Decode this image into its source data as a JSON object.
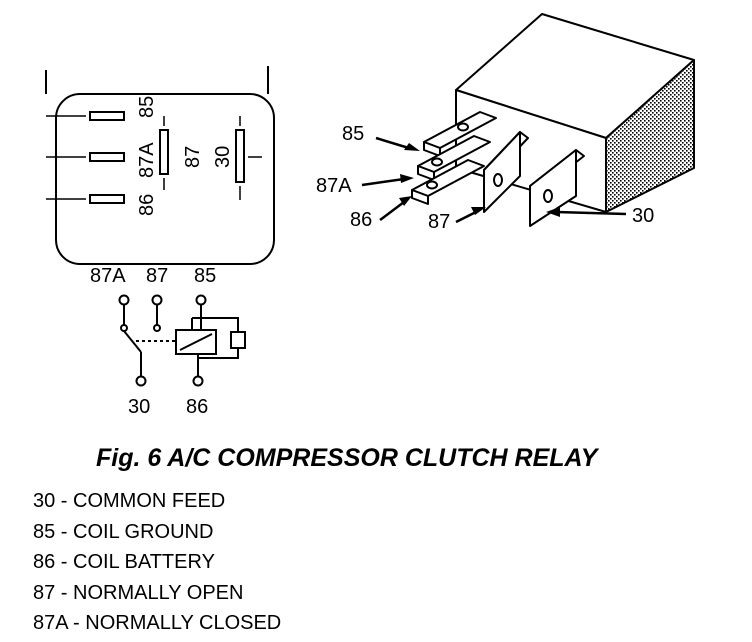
{
  "caption": "Fig. 6 A/C COMPRESSOR CLUTCH RELAY",
  "socket_view": {
    "labels": {
      "t85": "85",
      "t87a": "87A",
      "t86": "86",
      "t87": "87",
      "t30": "30"
    }
  },
  "relay_3d": {
    "labels": {
      "t85": "85",
      "t87a": "87A",
      "t86": "86",
      "t87": "87",
      "t30": "30"
    }
  },
  "schematic": {
    "labels": {
      "t87a": "87A",
      "t87": "87",
      "t85": "85",
      "t30": "30",
      "t86": "86"
    }
  },
  "legend": [
    "30 - COMMON FEED",
    "85 - COIL GROUND",
    "86 - COIL BATTERY",
    "87 - NORMALLY OPEN",
    "87A - NORMALLY CLOSED"
  ]
}
